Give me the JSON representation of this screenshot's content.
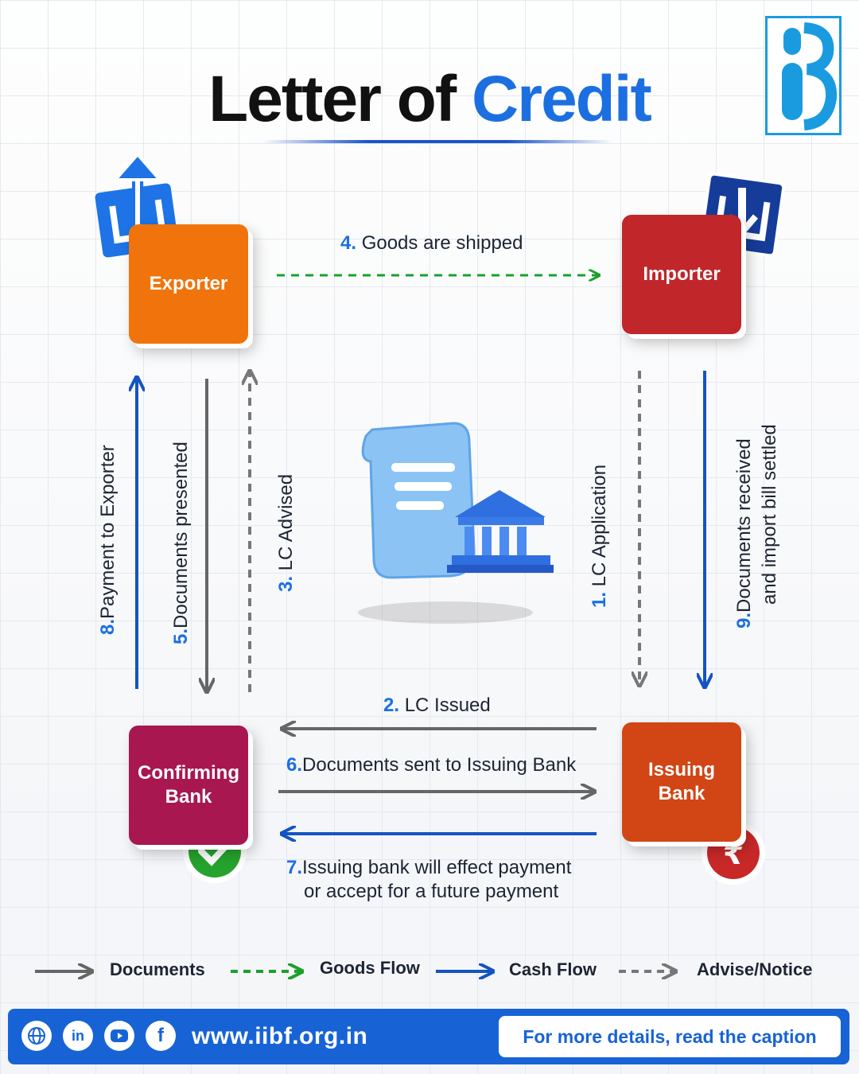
{
  "title": {
    "part1": "Letter of",
    "part2": "Credit"
  },
  "nodes": {
    "exporter": "Exporter",
    "importer": "Importer",
    "confirming_bank": [
      "Confirming",
      "Bank"
    ],
    "issuing_bank": [
      "Issuing",
      "Bank"
    ]
  },
  "steps": [
    {
      "num": "1.",
      "text": "LC Application"
    },
    {
      "num": "2.",
      "text": "LC Issued"
    },
    {
      "num": "3.",
      "text": "LC Advised"
    },
    {
      "num": "4.",
      "text": "Goods are shipped"
    },
    {
      "num": "5.",
      "text": "Documents presented"
    },
    {
      "num": "6.",
      "text": "Documents sent to Issuing Bank"
    },
    {
      "num": "7.",
      "text": "Issuing bank will effect payment",
      "text2": "or accept for a future payment"
    },
    {
      "num": "8.",
      "text": "Payment to Exporter"
    },
    {
      "num": "9.",
      "text": "Documents received",
      "text2": "and import bill settled"
    }
  ],
  "legend": [
    "Documents",
    "Goods Flow",
    "Cash Flow",
    "Advise/Notice"
  ],
  "footer": {
    "social": [
      "globe-icon",
      "linkedin-icon",
      "youtube-icon",
      "facebook-icon"
    ],
    "linkedin_text": "in",
    "facebook_text": "f",
    "url": "www.iibf.org.in",
    "cta": "For more details, read the caption"
  },
  "colors": {
    "documents": "#666666",
    "goods": "#1aa12b",
    "cash": "#1454c0",
    "advise": "#777777",
    "accent": "#1c6fe0"
  }
}
